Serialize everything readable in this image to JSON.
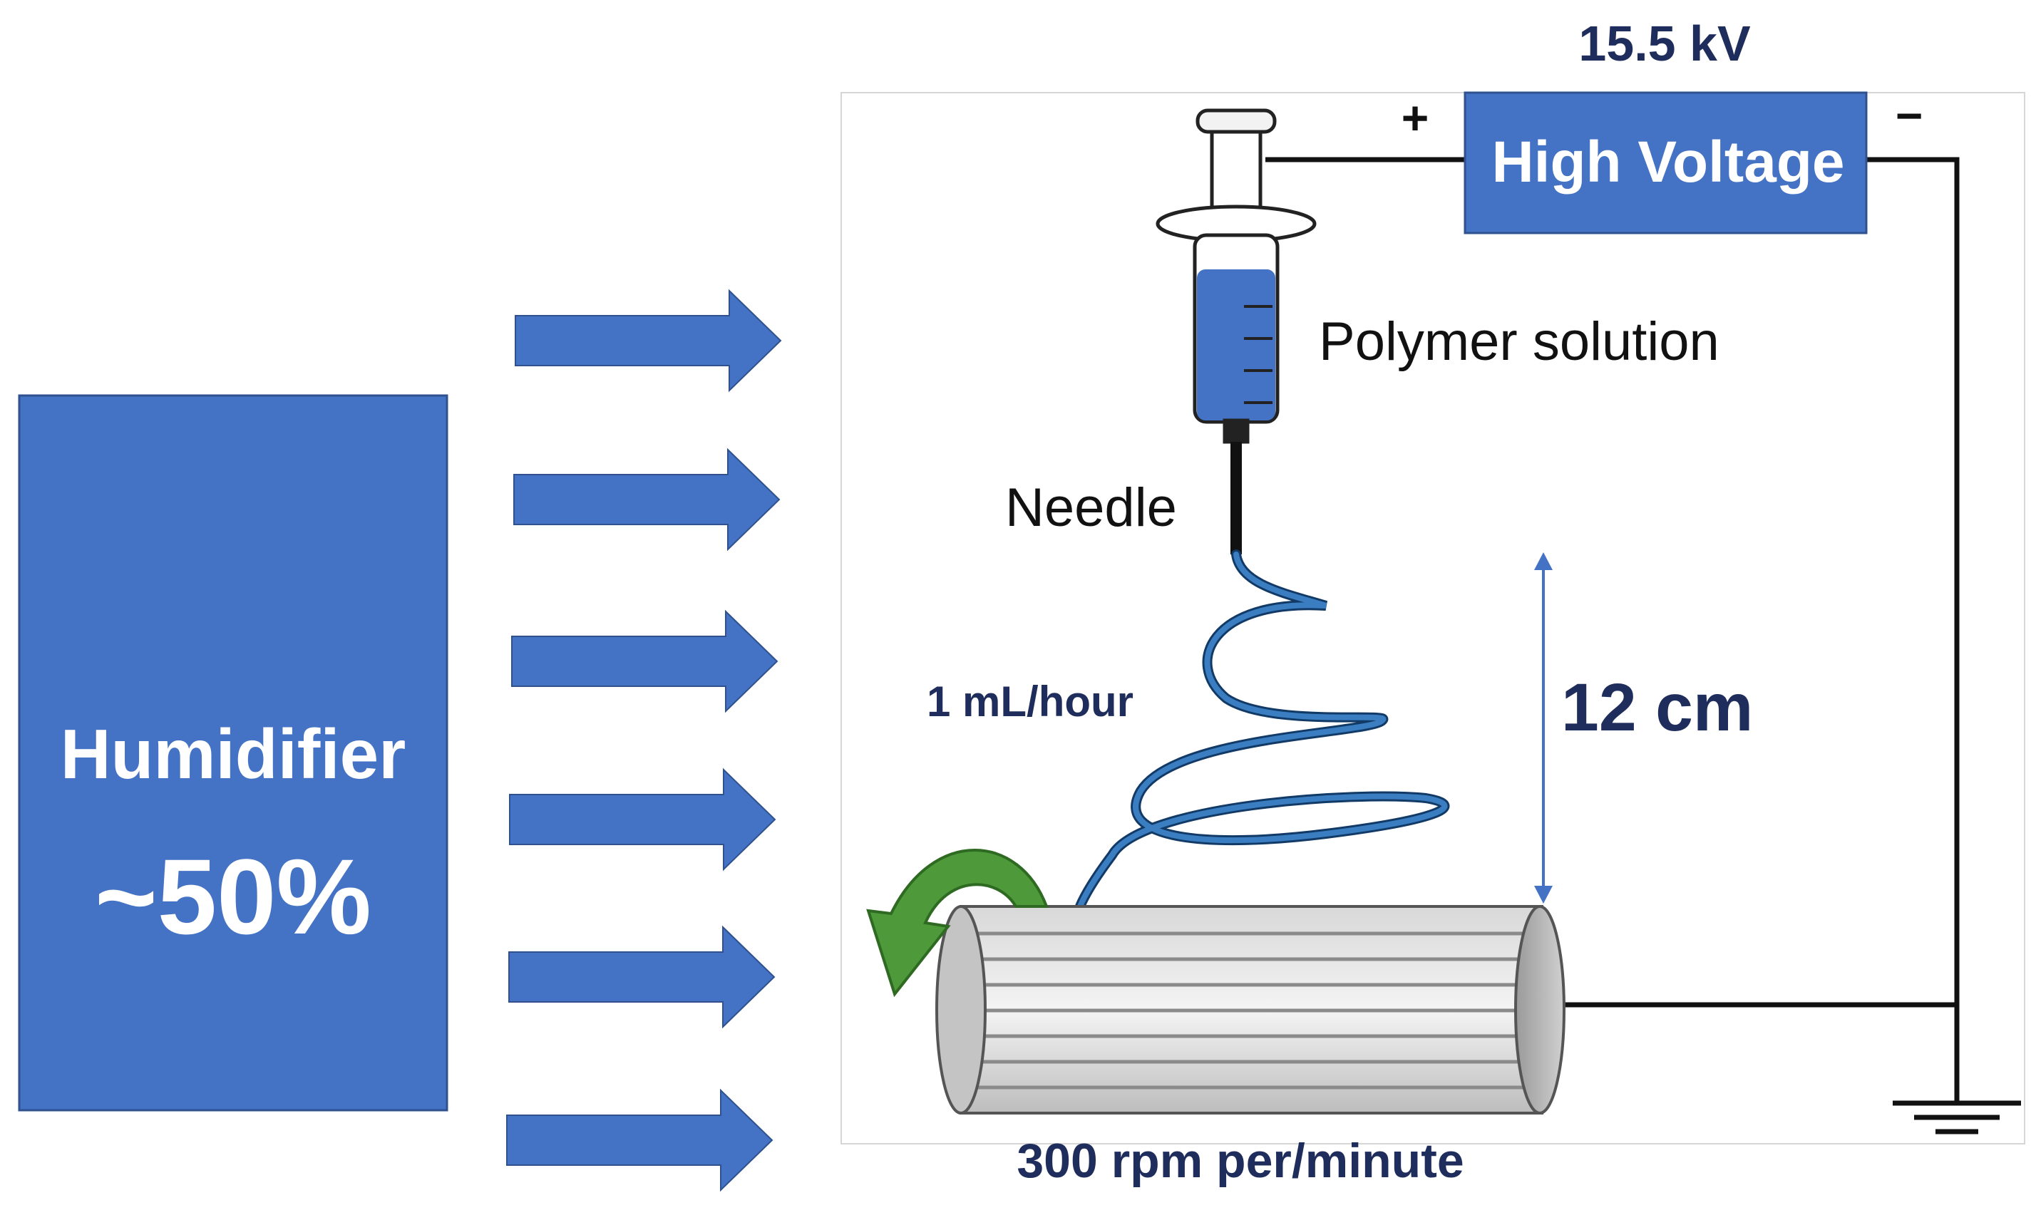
{
  "humidifier": {
    "label": "Humidifier",
    "value": "~50%"
  },
  "voltage": {
    "value": "15.5 kV",
    "box_label": "High Voltage",
    "plus_sign": "+",
    "minus_sign": "−"
  },
  "labels": {
    "polymer_solution": "Polymer solution",
    "needle": "Needle",
    "flow_rate": "1 mL/hour",
    "distance": "12 cm",
    "rotation_speed": "300 rpm per/minute"
  },
  "colors": {
    "blue_fill": "#4472C4",
    "navy_text": "#1F2D5C",
    "fiber": "#3A7DC0",
    "rotation_arrow": "#4E9A3A",
    "wire": "#111111"
  }
}
